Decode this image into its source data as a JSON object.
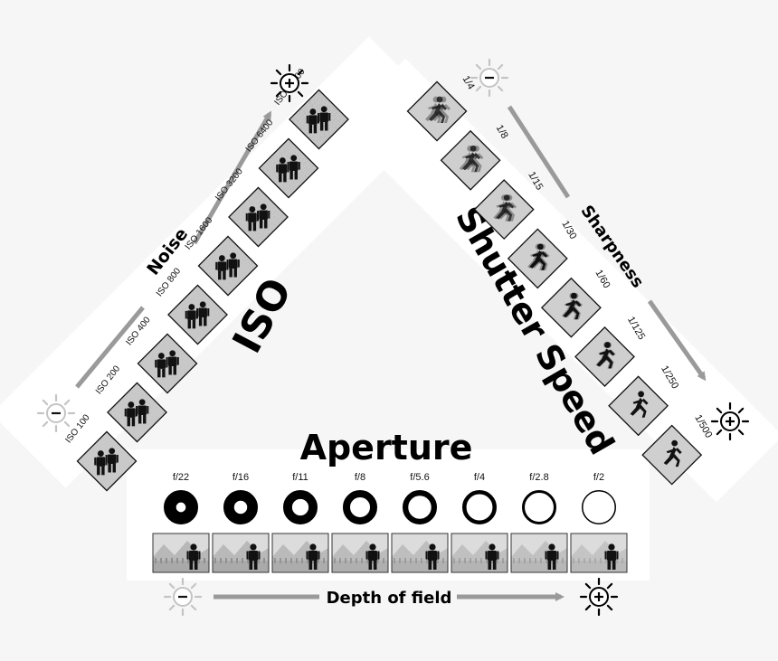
{
  "iso": {
    "title": "ISO",
    "effect_label": "Noise",
    "values": [
      "ISO 100",
      "ISO 200",
      "ISO 400",
      "ISO 800",
      "ISO 1600",
      "ISO 3200",
      "ISO 6400",
      "ISO 12800"
    ],
    "noise_levels": [
      0,
      0.08,
      0.16,
      0.26,
      0.38,
      0.52,
      0.66,
      0.82
    ],
    "low_icon": "sun-minus-icon",
    "high_icon": "sun-plus-icon"
  },
  "shutter": {
    "title": "Shutter Speed",
    "effect_label": "Sharpness",
    "values": [
      "1/4",
      "1/8",
      "1/15",
      "1/30",
      "1/60",
      "1/125",
      "1/250",
      "1/500"
    ],
    "blur_levels": [
      1,
      0.85,
      0.7,
      0.55,
      0.4,
      0.28,
      0.15,
      0.05
    ],
    "low_icon": "sun-minus-icon",
    "high_icon": "sun-plus-icon"
  },
  "aperture": {
    "title": "Aperture",
    "effect_label": "Depth of field",
    "values": [
      "f/22",
      "f/16",
      "f/11",
      "f/8",
      "f/5.6",
      "f/4",
      "f/2.8",
      "f/2"
    ],
    "opening_levels": [
      0.28,
      0.38,
      0.48,
      0.58,
      0.67,
      0.76,
      0.84,
      0.92
    ],
    "background_blur_levels": [
      0,
      0.1,
      0.2,
      0.35,
      0.5,
      0.65,
      0.8,
      1
    ],
    "low_icon": "sun-minus-icon",
    "high_icon": "sun-plus-icon"
  },
  "colors": {
    "panel": "#ffffff",
    "arrow": "#9a9a9a",
    "background": "#f6f6f6",
    "ink": "#000000"
  }
}
